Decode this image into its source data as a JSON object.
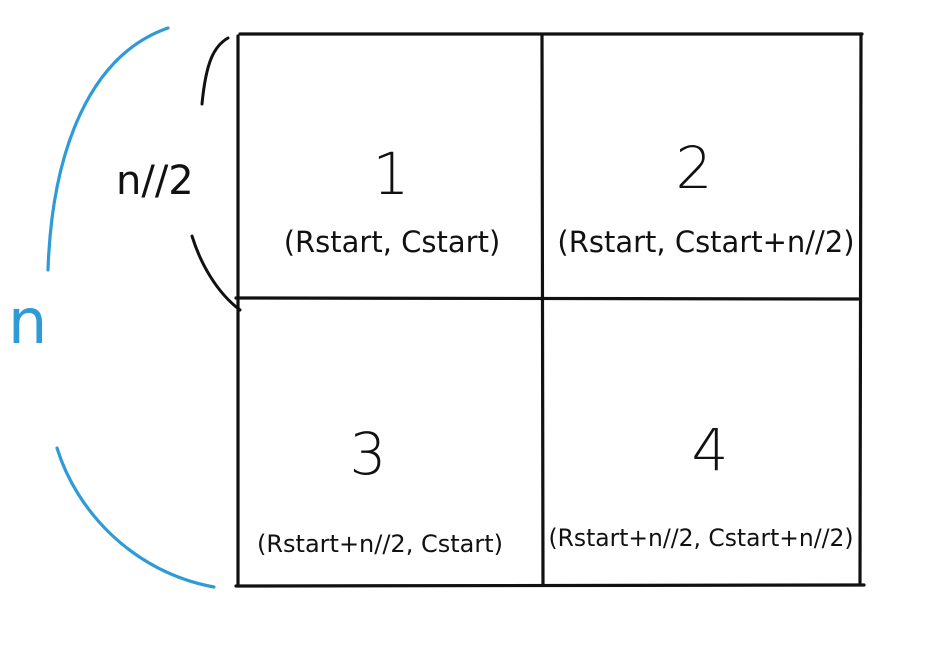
{
  "labels": {
    "n": "n",
    "half_n": "n//2"
  },
  "quadrants": [
    {
      "number": "1",
      "coordinate": "(Rstart, Cstart)"
    },
    {
      "number": "2",
      "coordinate": "(Rstart, Cstart+n//2)"
    },
    {
      "number": "3",
      "coordinate": "(Rstart+n//2, Cstart)"
    },
    {
      "number": "4",
      "coordinate": "(Rstart+n//2, Cstart+n//2)"
    }
  ],
  "colors": {
    "ink": "#111111",
    "blue_ink": "#2f9bd6",
    "background": "#ffffff"
  }
}
